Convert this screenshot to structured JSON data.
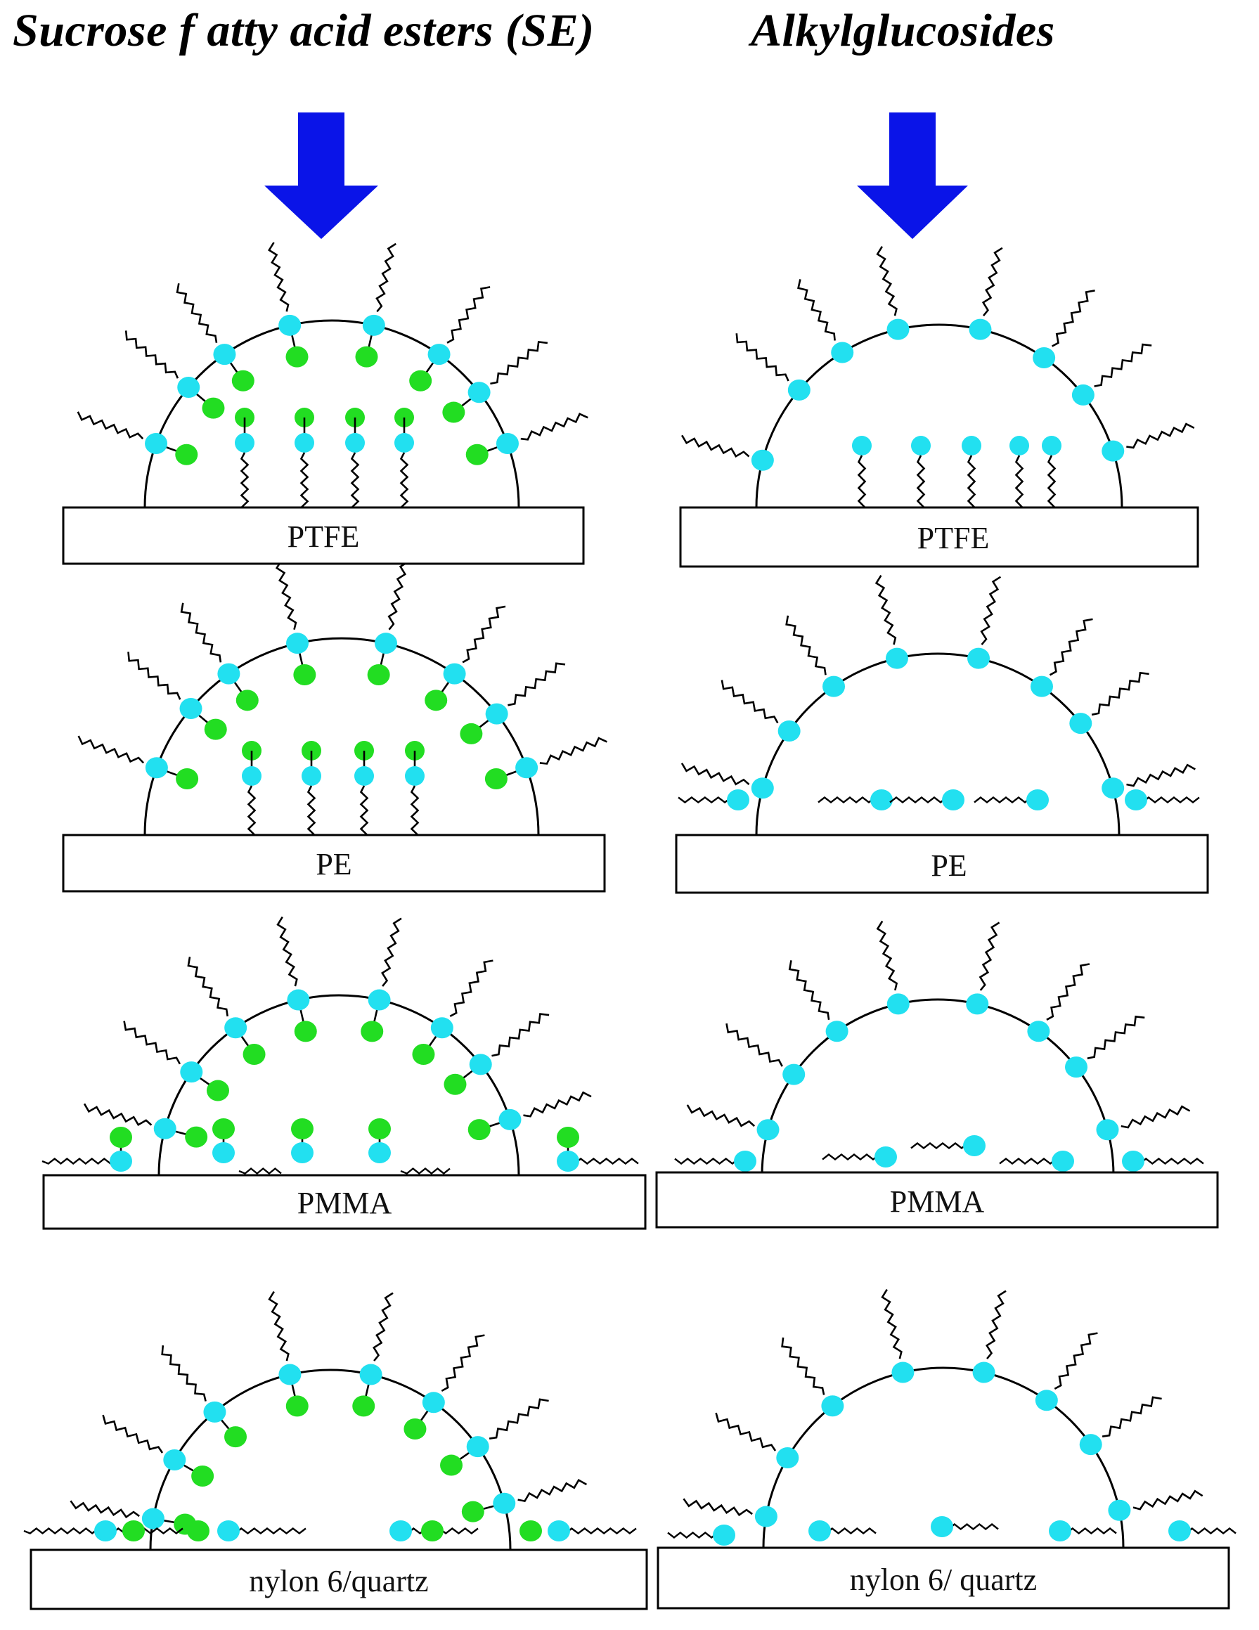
{
  "columns": [
    {
      "title": "Sucrose f atty acid esters (SE)",
      "panels": [
        {
          "substrate": "PTFE"
        },
        {
          "substrate": "PE"
        },
        {
          "substrate": "PMMA"
        },
        {
          "substrate": "nylon 6/quartz"
        }
      ]
    },
    {
      "title": "Alkylglucosides",
      "panels": [
        {
          "substrate": "PTFE"
        },
        {
          "substrate": "PE"
        },
        {
          "substrate": "PMMA"
        },
        {
          "substrate": "nylon 6/ quartz"
        }
      ]
    }
  ],
  "colors": {
    "arrow": "#0a14e8",
    "head_group_cyan": "#22e0f0",
    "head_group_green": "#22dd22",
    "line": "#000000"
  }
}
